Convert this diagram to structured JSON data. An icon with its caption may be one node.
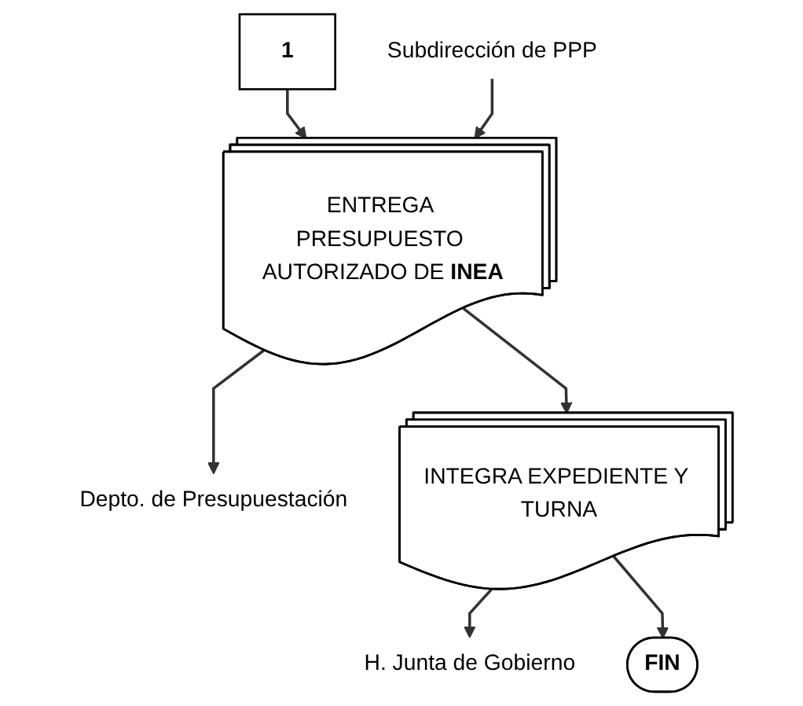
{
  "diagram": {
    "nodes": [
      {
        "text": [
          "1"
        ]
      },
      {
        "text": [
          "Subdirección de PPP"
        ]
      },
      {
        "text": [
          "ENTREGA PRESUPUESTO AUTORIZADO DE **INEA**"
        ]
      },
      {
        "text": [
          "Depto. de Presupuestación"
        ]
      },
      {
        "text": [
          "INTEGRA EXPEDIENTE Y TURNA"
        ]
      },
      {
        "text": [
          "H. Junta de Gobierno"
        ]
      },
      {
        "text": [
          "FIN"
        ]
      }
    ],
    "edges": [
      {
        "from": 0,
        "to": 2,
        "arrow": "to"
      },
      {
        "from": 1,
        "to": 2,
        "arrow": "to"
      },
      {
        "from": 2,
        "to": 3,
        "arrow": "to"
      },
      {
        "from": 2,
        "to": 4,
        "arrow": "to"
      },
      {
        "from": 4,
        "to": 5,
        "arrow": "to"
      },
      {
        "from": 4,
        "to": 6,
        "arrow": "to"
      }
    ]
  }
}
